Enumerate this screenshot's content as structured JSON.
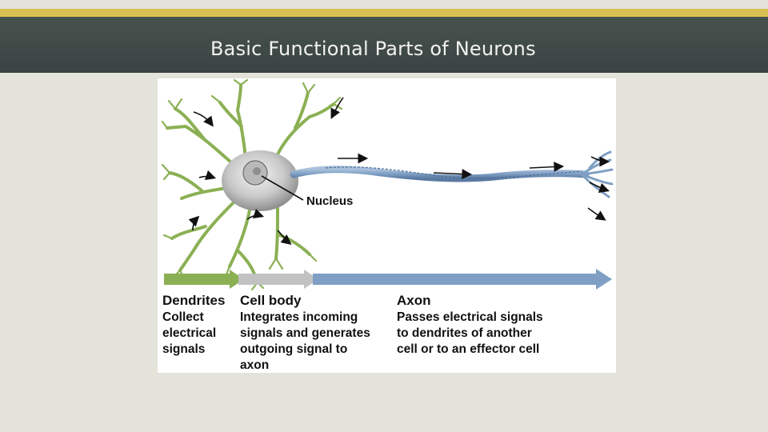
{
  "slide": {
    "title": "Basic Functional Parts of Neurons"
  },
  "colors": {
    "stripe": "#d8c152",
    "title_bar": "#3f4a48",
    "dendrite_green": "#8bb054",
    "cell_body_gray": "#c2c2c2",
    "axon_blue": "#7f9fc4"
  },
  "diagram": {
    "nucleus_label": "Nucleus",
    "sections": [
      {
        "name": "Dendrites",
        "description_lines": [
          "Collect",
          "electrical",
          "signals"
        ]
      },
      {
        "name": "Cell body",
        "description_lines": [
          "Integrates incoming",
          "signals and generates",
          "outgoing signal to",
          "axon"
        ]
      },
      {
        "name": "Axon",
        "description_lines": [
          "Passes electrical signals",
          "to dendrites of another",
          "cell or to an effector cell"
        ]
      }
    ]
  }
}
